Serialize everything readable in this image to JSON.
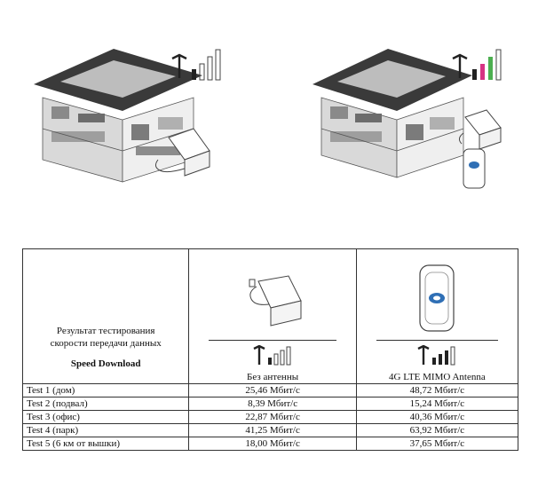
{
  "illustrations": {
    "left": {
      "icon": "house-with-router-weak-signal-icon",
      "signal_bars_active": 1,
      "signal_bars_total": 4
    },
    "right": {
      "icon": "house-with-router-and-antenna-strong-signal-icon",
      "signal_bars_active": 3,
      "signal_bars_total": 4,
      "accent_color": "#d63384",
      "signal_color": "#4caf50"
    }
  },
  "table": {
    "header": {
      "description_line1": "Результат тестирования",
      "description_line2": "скорости передачи данных",
      "speed_label": "Speed Download",
      "col_no_antenna": "Без антенны",
      "col_antenna": "4G LTE MIMO Antenna"
    },
    "rows": [
      {
        "label": "Test 1 (дом)",
        "no_antenna": "25,46 Мбит/с",
        "antenna": "48,72 Мбит/с"
      },
      {
        "label": "Test 2 (подвал)",
        "no_antenna": "8,39 Мбит/с",
        "antenna": "15,24 Мбит/с"
      },
      {
        "label": "Test 3 (офис)",
        "no_antenna": "22,87 Мбит/с",
        "antenna": "40,36 Мбит/с"
      },
      {
        "label": "Test 4 (парк)",
        "no_antenna": "41,25 Мбит/с",
        "antenna": "63,92 Мбит/с"
      },
      {
        "label": "Test 5 (6 км от вышки)",
        "no_antenna": "18,00 Мбит/с",
        "antenna": "37,65 Мбит/с"
      }
    ]
  }
}
